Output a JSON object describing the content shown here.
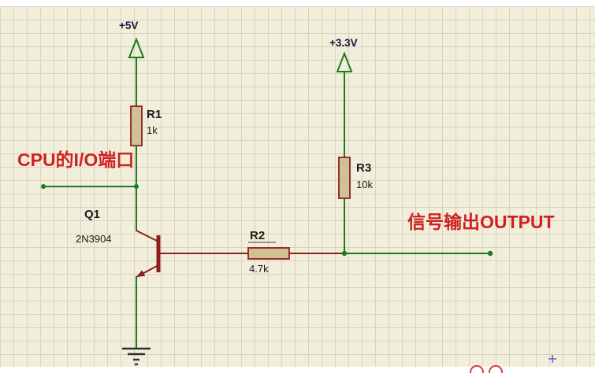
{
  "colors": {
    "background": "#f2eedc",
    "grid_line": "#d9d3bd",
    "wire": "#1d7b1d",
    "component": "#8e1f1f",
    "resistor_fill": "#d1c094",
    "text": "#1b1b1b",
    "net_text": "#16163a",
    "annotation": "#cf2121"
  },
  "schematic": {
    "power_rails": {
      "rail_5v": "+5V",
      "rail_3v3": "+3.3V"
    },
    "components": {
      "r1": {
        "ref": "R1",
        "value": "1k"
      },
      "r2": {
        "ref": "R2",
        "value": "4.7k"
      },
      "r3": {
        "ref": "R3",
        "value": "10k"
      },
      "q1": {
        "ref": "Q1",
        "value": "2N3904"
      }
    },
    "annotations": {
      "cpu_io": "CPU的I/O端口",
      "output": "信号输出OUTPUT"
    }
  }
}
